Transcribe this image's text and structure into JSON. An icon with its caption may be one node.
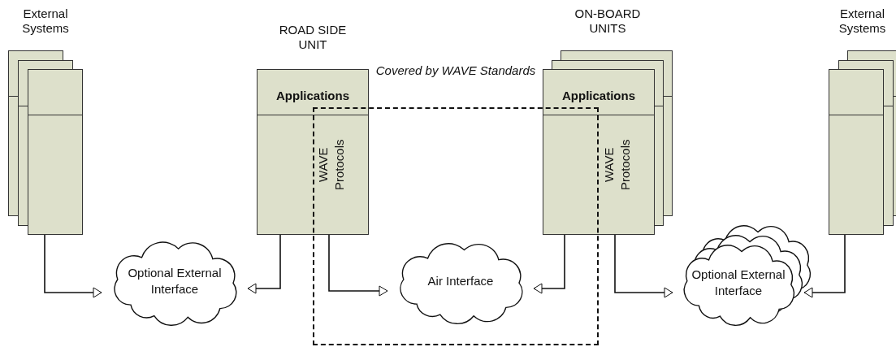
{
  "diagram": {
    "nodes": [
      {
        "text": [
          "External Systems"
        ]
      },
      {
        "text": [
          "ROAD SIDE UNIT",
          "Applications",
          "WAVE Protocols"
        ]
      },
      {
        "text": [
          "Covered by WAVE Standards"
        ]
      },
      {
        "text": [
          "ON-BOARD UNITS",
          "Applications",
          "WAVE Protocols"
        ]
      },
      {
        "text": [
          "External Systems"
        ]
      },
      {
        "text": [
          "Optional External Interface"
        ]
      },
      {
        "text": [
          "Air Interface"
        ],
        "in": 2
      },
      {
        "text": [
          "Optional External Interface"
        ]
      }
    ],
    "edges": [
      {
        "from": 0,
        "to": 5,
        "arrow": "to"
      },
      {
        "from": 1,
        "to": 5,
        "arrow": "to"
      },
      {
        "from": 1,
        "to": 6,
        "arrow": "to"
      },
      {
        "from": 3,
        "to": 6,
        "arrow": "to"
      },
      {
        "from": 3,
        "to": 7,
        "arrow": "to"
      },
      {
        "from": 4,
        "to": 7,
        "arrow": "to"
      }
    ]
  }
}
